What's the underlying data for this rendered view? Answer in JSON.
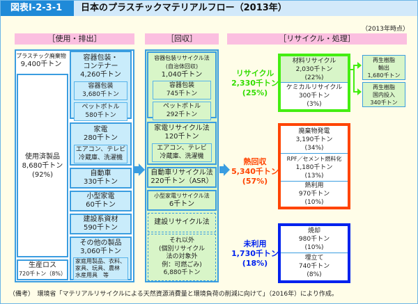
{
  "header": {
    "figure_id": "図表Ⅰ-2-3-1",
    "title": "日本のプラスチックマテリアルフロー（2013年）"
  },
  "year_note": "（2013年時点）",
  "sections": {
    "use": "［使用・排出］",
    "collect": "［回収］",
    "recycle": "［リサイクル・処理］"
  },
  "use_column": {
    "waste_total": {
      "line1": "プラスチック廃棄物",
      "line2": "9,400千トン"
    },
    "used_products": {
      "line1": "使用済製品",
      "line2": "8,680千トン",
      "line3": "(92%)"
    },
    "production_loss": {
      "line1": "生産ロス",
      "line2": "720千トン（8%）"
    },
    "containers": {
      "line1": "容器包装・",
      "line2": "コンテナー",
      "line3": "4,260千トン"
    },
    "packaging": {
      "line1": "容器包装",
      "line2": "3,680千トン"
    },
    "pet": {
      "line1": "ペットボトル",
      "line2": "580千トン"
    },
    "appliances": {
      "line1": "家電",
      "line2": "280千トン"
    },
    "appliances_detail": {
      "line1": "エアコン、テレビ",
      "line2": "冷蔵庫、洗濯機"
    },
    "cars": {
      "line1": "自動車",
      "line2": "330千トン"
    },
    "small_appliances": {
      "line1": "小型家電",
      "line2": "60千トン"
    },
    "construction": {
      "line1": "建設系資材",
      "line2": "590千トン"
    },
    "other_products": {
      "line1": "その他の製品",
      "line2": "3,060千トン"
    },
    "other_detail": {
      "line1": "家庭用製品、衣料、",
      "line2": "家具、玩具、農林",
      "line3": "水産用具　等"
    }
  },
  "collect_column": {
    "packaging_law": {
      "line1": "容器包装リサイクル法",
      "line2": "(自治体回収)",
      "line3": "1,040千トン"
    },
    "packaging": {
      "line1": "容器包装",
      "line2": "745千トン"
    },
    "pet": {
      "line1": "ペットボトル",
      "line2": "292千トン"
    },
    "appliance_law": {
      "line1": "家電リサイクル法",
      "line2": "120千トン"
    },
    "appliance_detail": {
      "line1": "エアコン、テレビ",
      "line2": "冷蔵庫、洗濯機"
    },
    "car_law": {
      "line1": "自動車リサイクル法",
      "line2": "220千トン（ASR）"
    },
    "small_appliance_law": {
      "line1": "小型家電リサイクル法",
      "line2": "6千トン"
    },
    "construction_law": {
      "line1": "建設リサイクル法"
    },
    "others": {
      "line1": "それ以外",
      "line2": "(個別リサイクル",
      "line3": "法の対象外",
      "line4": "例：可燃ごみ)",
      "line5": "6,880千トン"
    }
  },
  "recycle_column": {
    "recycle": {
      "label1": "リサイクル",
      "label2": "2,330千トン",
      "label3": "(25%)",
      "color": "#33dd00",
      "material": {
        "line1": "材料リサイクル",
        "line2": "2,030千トン",
        "line3": "(22%)"
      },
      "chemical": {
        "line1": "ケミカルリサイクル",
        "line2": "300千トン",
        "line3": "(3%)"
      },
      "export": {
        "line1": "再生樹脂",
        "line2": "輸出",
        "line3": "1,680千トン"
      },
      "domestic": {
        "line1": "再生樹脂",
        "line2": "国内投入",
        "line3": "340千トン"
      }
    },
    "heat": {
      "label1": "熱回収",
      "label2": "5,340千トン",
      "label3": "(57%)",
      "color": "#ff4400",
      "power": {
        "line1": "廃棄物発電",
        "line2": "3,190千トン",
        "line3": "(34%)"
      },
      "rpf": {
        "line1": "RPF／セメント燃料化",
        "line2": "1,180千トン",
        "line3": "(13%)"
      },
      "heat_use": {
        "line1": "熱利用",
        "line2": "970千トン",
        "line3": "(10%)"
      }
    },
    "unused": {
      "label1": "未利用",
      "label2": "1,730千トン",
      "label3": "(18%)",
      "color": "#0022ee",
      "incineration": {
        "line1": "焼却",
        "line2": "980千トン",
        "line3": "(10%)"
      },
      "landfill": {
        "line1": "埋立て",
        "line2": "740千トン",
        "line3": "(8%)"
      }
    }
  },
  "footnote": "（備考）　環境省「マテリアルリサイクルによる天然資源消費量と環境負荷の削減に向けて」（2016年）により作成。"
}
